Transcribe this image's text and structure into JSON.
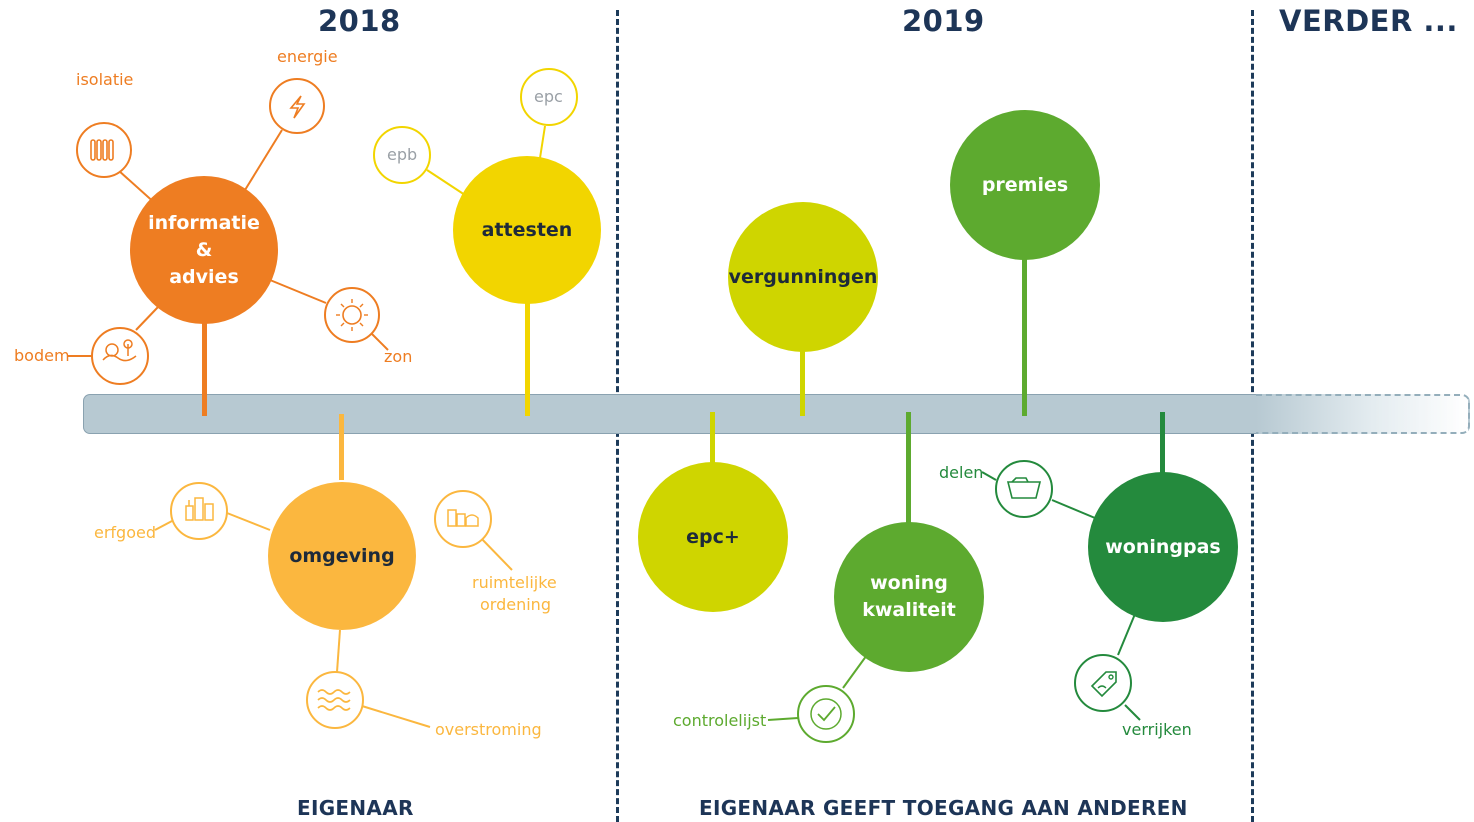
{
  "years": {
    "y2018": "2018",
    "y2019": "2019",
    "further": "VERDER ..."
  },
  "bottom_labels": {
    "left": "EIGENAAR",
    "right": "EIGENAAR GEEFT TOEGANG AAN ANDEREN"
  },
  "colors": {
    "orange": "#ee7d22",
    "yellow": "#f2d500",
    "light_orange": "#fbb73f",
    "lime": "#cfd500",
    "green": "#5daa2f",
    "dark_green": "#248a3d",
    "navy": "#1d3557"
  },
  "hubs": {
    "info": [
      "informatie",
      "&",
      "advies"
    ],
    "attesten": "attesten",
    "omgeving": "omgeving",
    "epcplus": "epc+",
    "vergunningen": "vergunningen",
    "woning": [
      "woning",
      "kwaliteit"
    ],
    "premies": "premies",
    "woningpas": "woningpas"
  },
  "satellites": {
    "isolatie": {
      "label": "isolatie",
      "icon": "radiator-icon"
    },
    "energie": {
      "label": "energie",
      "icon": "lightning-icon"
    },
    "zon": {
      "label": "zon",
      "icon": "sun-icon"
    },
    "bodem": {
      "label": "bodem",
      "icon": "landscape-icon"
    },
    "epb": {
      "label": "epb"
    },
    "epc": {
      "label": "epc"
    },
    "erfgoed": {
      "label": "erfgoed",
      "icon": "heritage-buildings-icon"
    },
    "ruimtelijke": {
      "label": [
        "ruimtelijke",
        "ordening"
      ],
      "icon": "city-icon"
    },
    "overstroming": {
      "label": "overstroming",
      "icon": "waves-icon"
    },
    "delen": {
      "label": "delen",
      "icon": "folder-icon"
    },
    "controlelijst": {
      "label": "controlelijst",
      "icon": "checkmark-icon"
    },
    "verrijken": {
      "label": "verrijken",
      "icon": "tag-icon"
    }
  }
}
